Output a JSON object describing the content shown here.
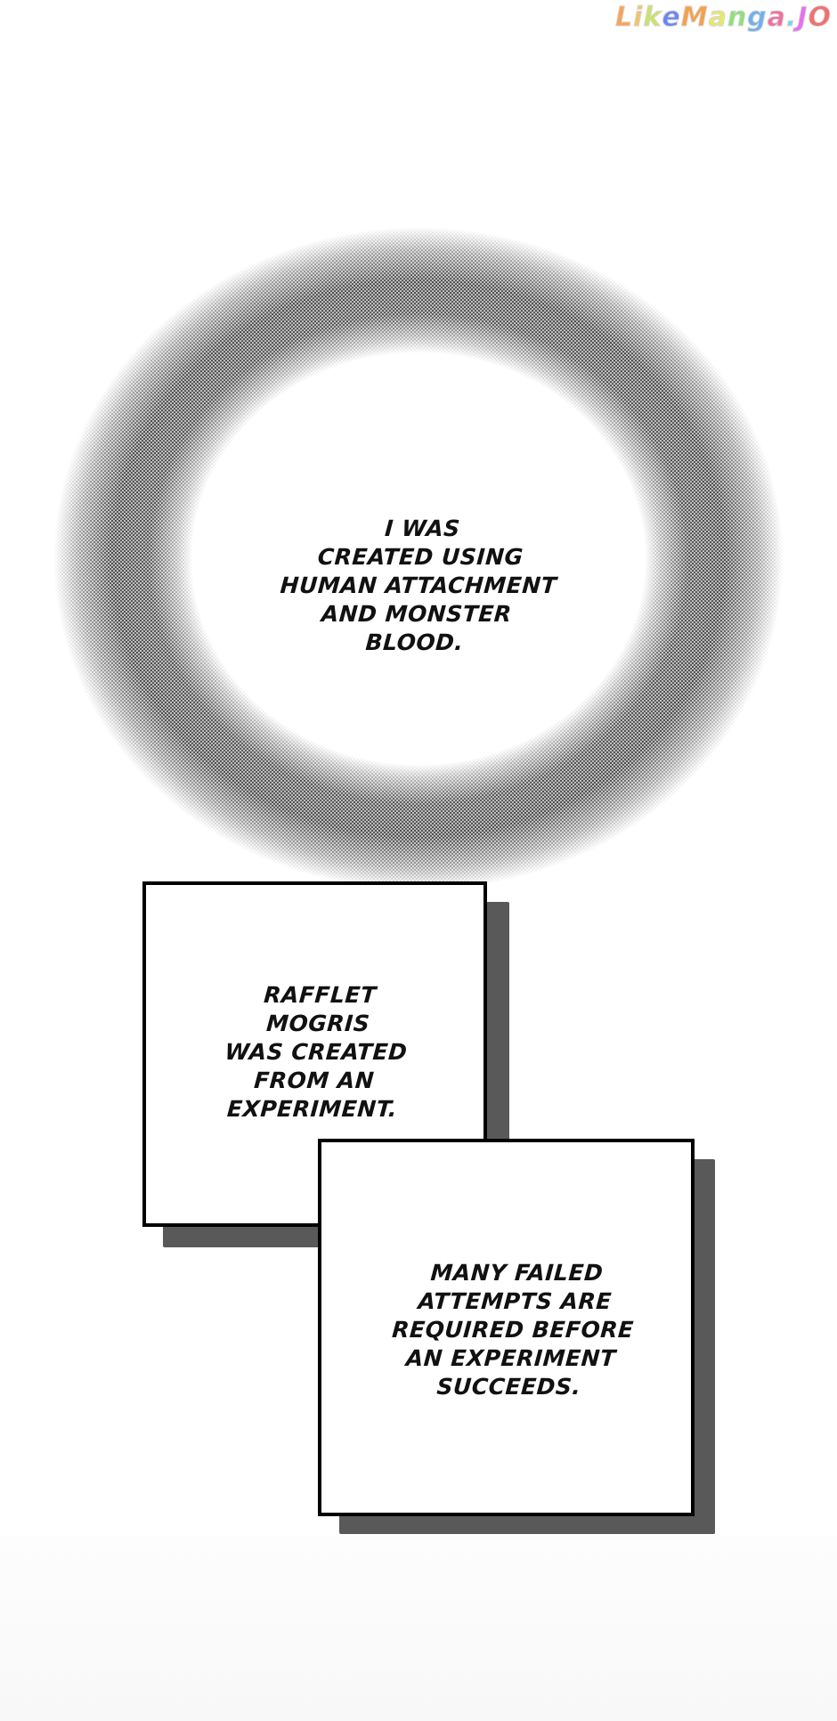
{
  "watermark": {
    "letters": [
      {
        "ch": "L",
        "color": "#f7a35c"
      },
      {
        "ch": "i",
        "color": "#f5c26b"
      },
      {
        "ch": "k",
        "color": "#c9e36a"
      },
      {
        "ch": "e",
        "color": "#6b86f2"
      },
      {
        "ch": "M",
        "color": "#f5a04a"
      },
      {
        "ch": "a",
        "color": "#e8e86a"
      },
      {
        "ch": "n",
        "color": "#8fe07a"
      },
      {
        "ch": "g",
        "color": "#6fb0f0"
      },
      {
        "ch": "a",
        "color": "#f06fa0"
      },
      {
        "ch": ".",
        "color": "#6fd8f0"
      },
      {
        "ch": "J",
        "color": "#e86ff0"
      },
      {
        "ch": "O",
        "color": "#f07070"
      }
    ],
    "text": "LikeManga.io"
  },
  "narration": {
    "ring_caption": [
      "I WAS",
      "CREATED USING",
      "HUMAN ATTACHMENT",
      "AND MONSTER",
      "BLOOD."
    ],
    "box1_caption": [
      "RAFFLET",
      "MOGRIS",
      "WAS CREATED",
      "FROM AN",
      "EXPERIMENT."
    ],
    "box2_caption": [
      "MANY FAILED",
      "ATTEMPTS ARE",
      "REQUIRED BEFORE",
      "AN EXPERIMENT",
      "SUCCEEDS."
    ]
  },
  "colors": {
    "shadow": "#595959",
    "border": "#000000",
    "text": "#111111"
  }
}
